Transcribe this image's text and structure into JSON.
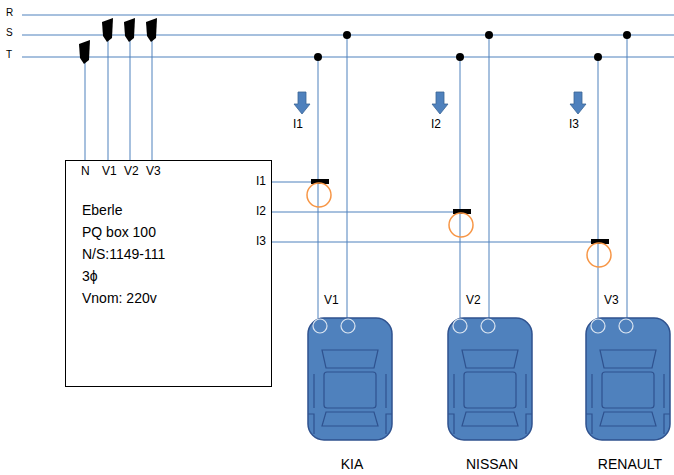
{
  "diagram": {
    "nodes": [
      {
        "text": [
          "Eberle PQ box 100 N/S:1149-111 3ϕ Vnom: 220v",
          "N",
          "V1",
          "V2",
          "V3",
          "I1",
          "I2",
          "I3"
        ]
      },
      {
        "text": [
          "KIA"
        ]
      },
      {
        "text": [
          "NISSAN"
        ]
      },
      {
        "text": [
          "RENAULT"
        ]
      }
    ],
    "labels": [
      "R",
      "S",
      "T",
      "I1",
      "I2",
      "I3",
      "V1",
      "V2",
      "V3"
    ]
  }
}
